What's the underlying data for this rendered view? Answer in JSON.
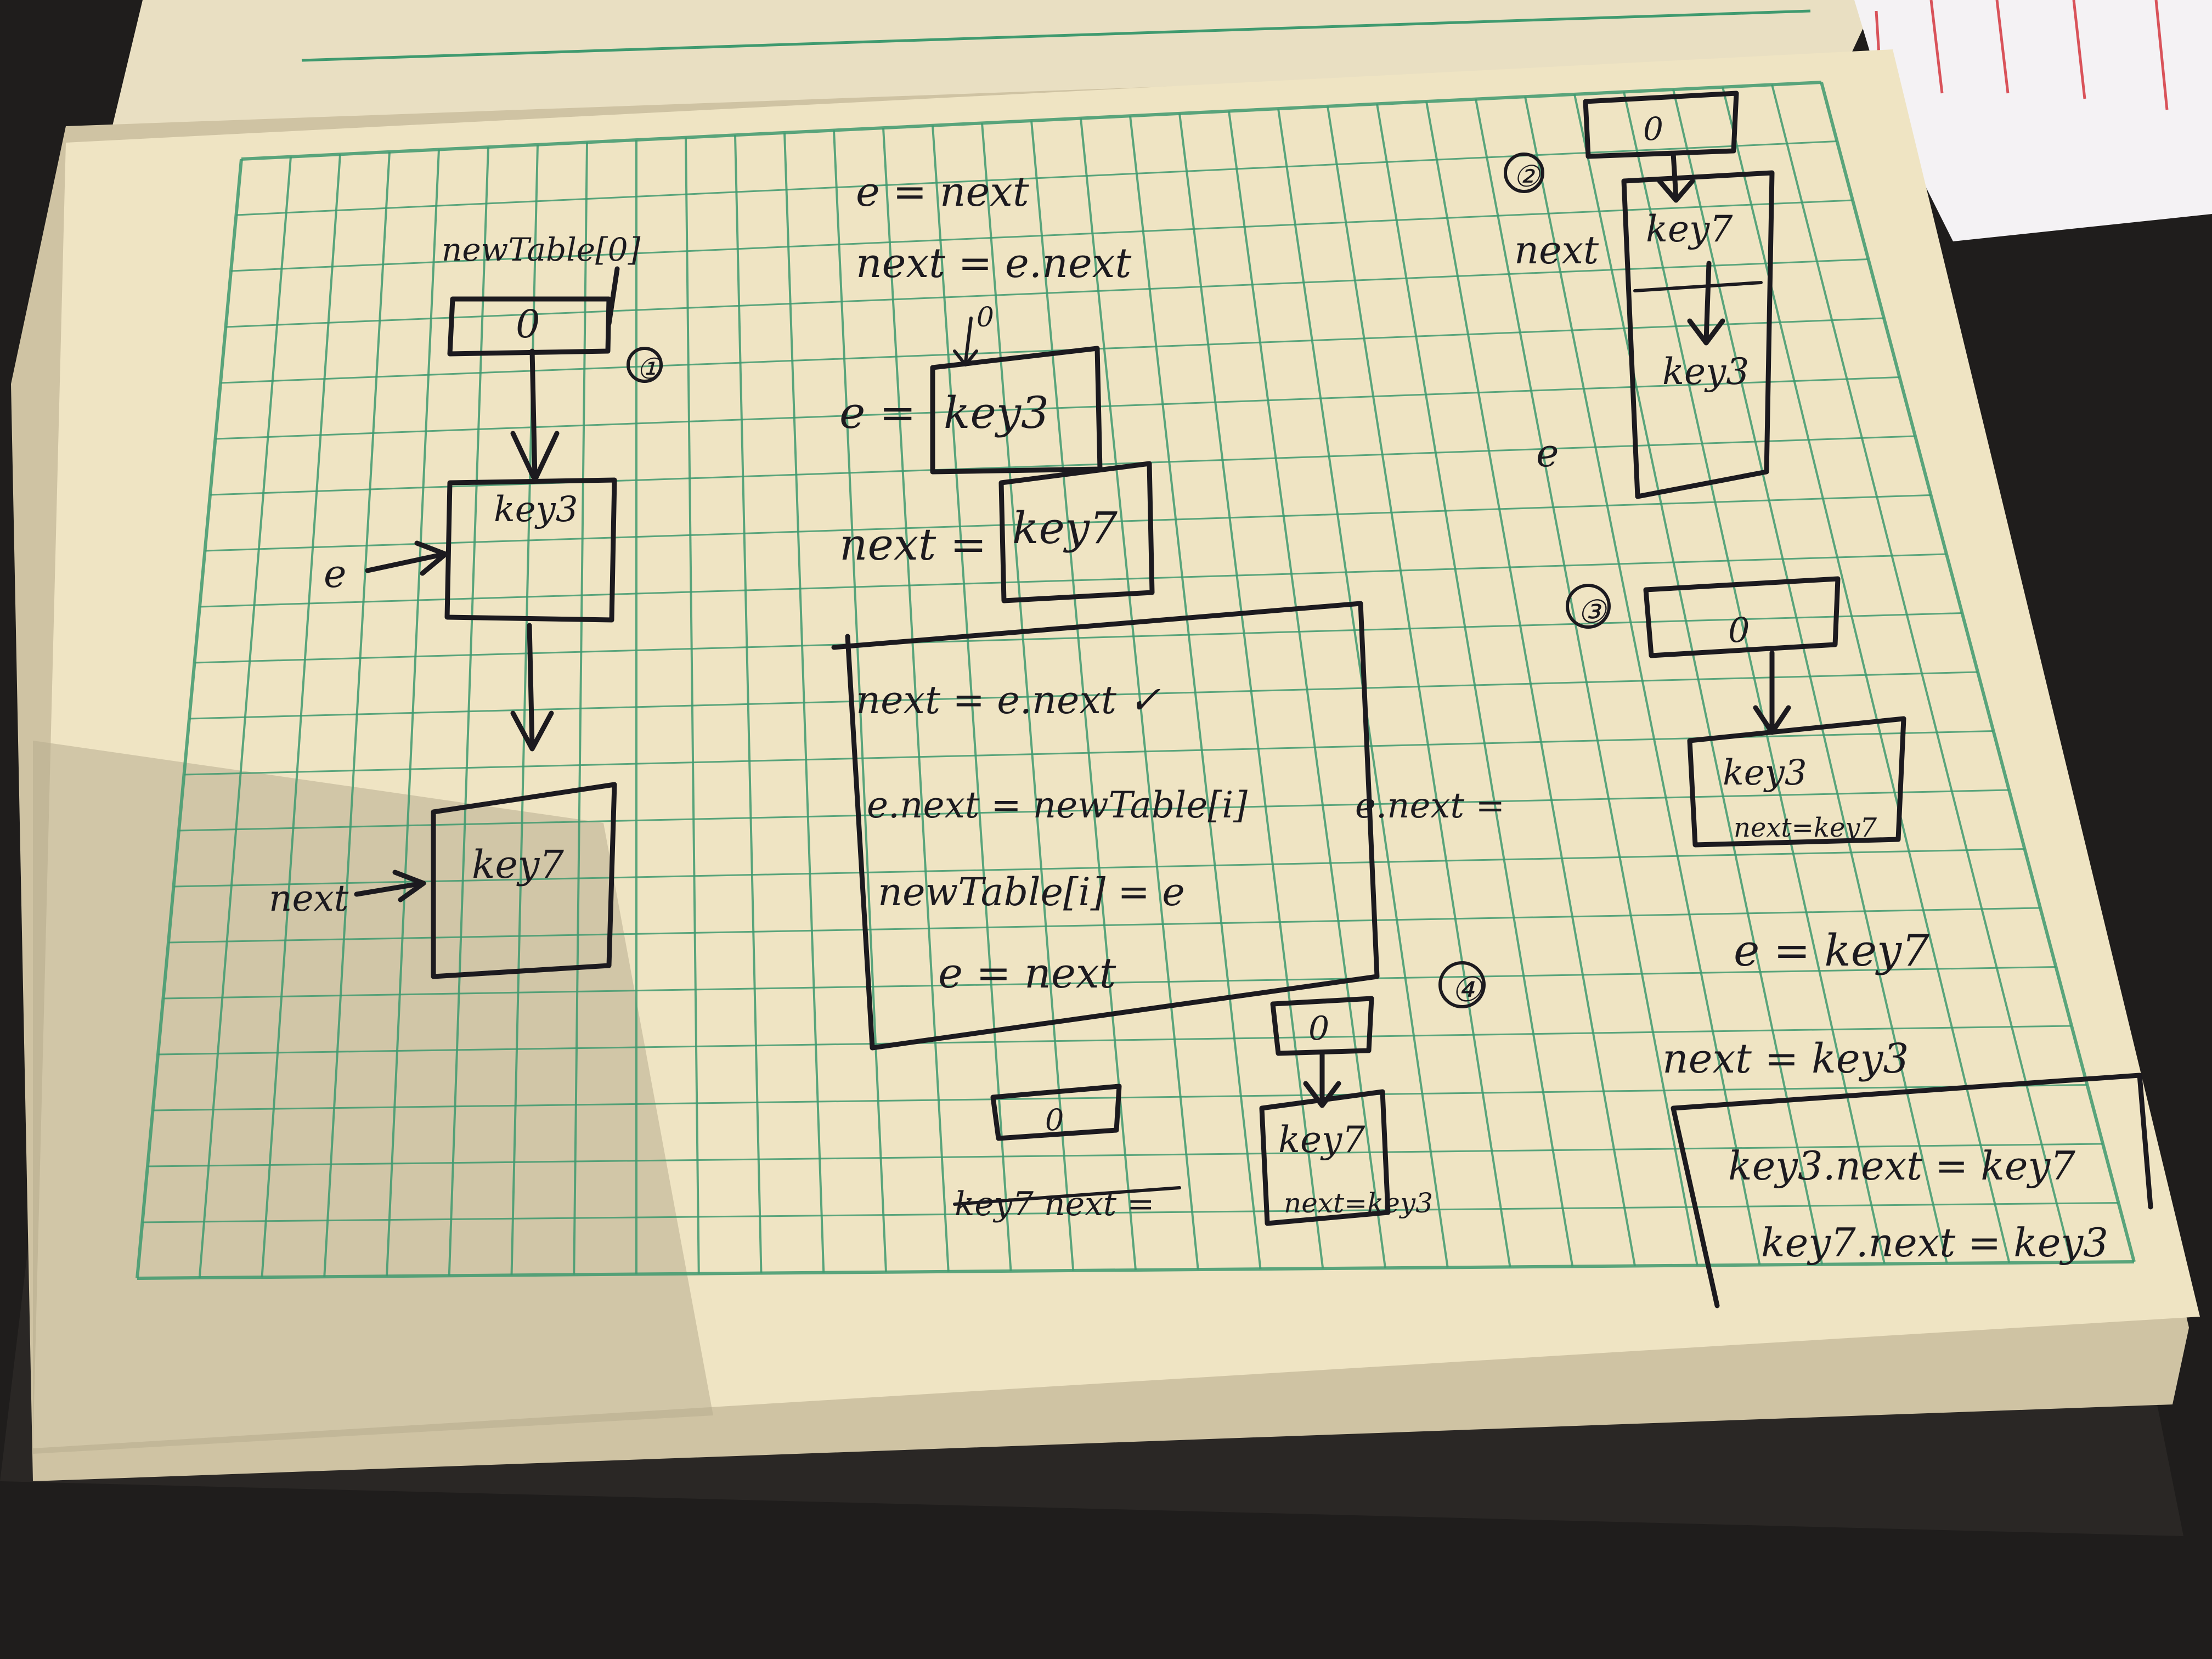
{
  "photo": {
    "subject": "handwritten notebook page with linked-list diagrams",
    "colors": {
      "desk": "#1f1d1c",
      "paper": "#efe4c3",
      "paper_shadow": "#b8ad90",
      "grid": "#3f9a6f",
      "ink": "#1c1a1f"
    }
  },
  "notes": {
    "step1": {
      "marker": "①",
      "table_label": "newTable[0]",
      "bucket_value": "0",
      "node1": "key3",
      "node2": "key7",
      "pointer_e": "e",
      "pointer_next": "next"
    },
    "middle": {
      "line1": "e = next",
      "line2": "next = e.next",
      "e_label": "e =",
      "e_node": "key3",
      "next_label": "next =",
      "next_node": "key7",
      "small_zero": "0",
      "loop_lines": [
        "next = e.next ✓",
        "e.next = newTable[i]",
        "newTable[i] = e",
        "e = next"
      ],
      "side_note": "e.next ="
    },
    "step2": {
      "marker": "②",
      "bucket_value": "0",
      "next_label": "next",
      "node1": "key7",
      "node2": "key3",
      "e_label": "e"
    },
    "step3": {
      "marker": "③",
      "bucket_value": "0",
      "node": "key3",
      "node_sub": "next=key7",
      "e_line": "e = key7",
      "next_line": "next = key3",
      "bracket_lines": [
        "key3.next = key7",
        "key7.next = key3"
      ]
    },
    "step4": {
      "marker": "④",
      "bucket_value": "0",
      "node": "key7",
      "node_sub": "next=key3",
      "strike_text": "key7 next =",
      "bucket_small": "0"
    }
  }
}
